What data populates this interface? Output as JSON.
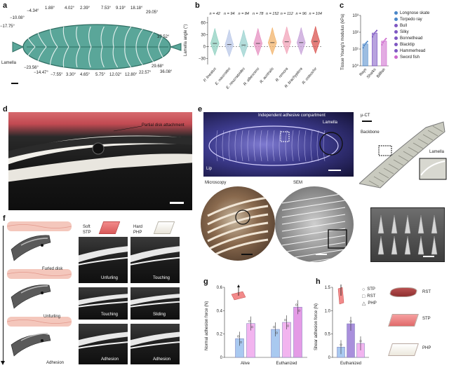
{
  "panels": {
    "a": {
      "letter": "a",
      "upper_angles": [
        "−4.34°",
        "1.88°",
        "4.02°",
        "2.39°",
        "7.53°",
        "9.19°",
        "18.18°",
        "29.05°",
        "−10.08°",
        "−17.75°",
        "37.52°"
      ],
      "lower_angles": [
        "−23.56°",
        "−14.47°",
        "−7.55°",
        "3.30°",
        "4.65°",
        "5.75°",
        "12.02°",
        "12.80°",
        "22.57°",
        "29.68°",
        "36.08°"
      ],
      "lamella_label": "Lamella"
    },
    "b": {
      "letter": "b",
      "ylabel": "Lamella angle (°)",
      "ticks": [
        "60",
        "30",
        "0",
        "−30"
      ],
      "ns": [
        "n = 42",
        "n = 94",
        "n = 84",
        "n = 78",
        "n = 152",
        "n = 112",
        "n = 96",
        "n = 104"
      ],
      "species": [
        "P. lineatus",
        "E. naucrates",
        "E. neucratoides",
        "R. albescens",
        "R. australis",
        "R. remora",
        "R. brachyptera",
        "R. osteochir"
      ]
    },
    "c": {
      "letter": "c",
      "ylabel": "Tissue Young's modulus (kPa)",
      "ticks": [
        "10³",
        "10²",
        "10¹",
        "10⁰"
      ],
      "groups": [
        "Rays",
        "Sharks",
        "Billfish"
      ],
      "legend": [
        "Longnose skate",
        "Torpedo ray",
        "Bull",
        "Silky",
        "Bonnethead",
        "Blacktip",
        "Hammerhead",
        "Sword fish"
      ]
    },
    "d": {
      "letter": "d",
      "label": "Partial disk attachment"
    },
    "e": {
      "letter": "e",
      "compartment": "Independent adhesive compartment",
      "lamella": "Lamella",
      "lip": "Lip",
      "uct": "μ-CT",
      "backbone": "Backbone",
      "lamella2": "Lamella",
      "microscopy": "Microscopy",
      "sem": "SEM"
    },
    "f": {
      "letter": "f",
      "soft_title": "Soft",
      "soft_sub": "STP",
      "hard_title": "Hard",
      "hard_sub": "PHP",
      "stages": [
        "Furled disk",
        "Unfurling",
        "Adhesion"
      ],
      "soft_frames": [
        "Unfurling",
        "Touching",
        "Adhesion"
      ],
      "hard_frames": [
        "Touching",
        "Sliding",
        "Adhesion"
      ]
    },
    "g": {
      "letter": "g",
      "ylabel": "Normal adhesion force (N)",
      "ticks": [
        "0.6",
        "0.4",
        "0.2",
        "0"
      ],
      "groups": [
        "Alive",
        "Euthanized"
      ]
    },
    "h": {
      "letter": "h",
      "ylabel": "Shear adhesion force (N)",
      "ticks": [
        "1.5",
        "1.0",
        "0.5",
        "0"
      ],
      "group": "Euthanized",
      "legend": [
        "STP",
        "RST",
        "PHP"
      ],
      "materials": [
        "RST",
        "STP",
        "PHP"
      ]
    }
  },
  "chart_data": [
    {
      "type": "violin",
      "panel": "b",
      "ylabel": "Lamella angle (°)",
      "ylim": [
        -45,
        75
      ],
      "categories": [
        "P. lineatus",
        "E. naucrates",
        "E. neucratoides",
        "R. albescens",
        "R. australis",
        "R. remora",
        "R. brachyptera",
        "R. osteochir"
      ],
      "n": [
        42,
        94,
        84,
        78,
        152,
        112,
        96,
        104
      ],
      "medians": [
        8,
        5,
        4,
        8,
        10,
        12,
        10,
        13
      ],
      "colors": [
        "#8fd0c0",
        "#b9c8e8",
        "#9ad2cf",
        "#e58fc0",
        "#f2b36b",
        "#f2a3b8",
        "#c6a0d8",
        "#d9534f"
      ]
    },
    {
      "type": "bar",
      "panel": "c",
      "scale": "log",
      "ylabel": "Tissue Young's modulus (kPa)",
      "ylim": [
        1,
        1000
      ],
      "categories": [
        "Rays",
        "Sharks",
        "Billfish"
      ],
      "values": [
        20,
        90,
        30
      ],
      "colors": [
        "#4a86c8",
        "#7e57c2",
        "#cc66cc"
      ]
    },
    {
      "type": "bar",
      "panel": "g",
      "ylabel": "Normal adhesion force (N)",
      "ylim": [
        0,
        0.6
      ],
      "categories": [
        "Alive",
        "Euthanized"
      ],
      "series": [
        {
          "values": [
            0.16,
            0.24
          ]
        },
        {
          "values": [
            0.29,
            0.3
          ]
        },
        {
          "values": [
            null,
            0.43
          ]
        }
      ],
      "colors": [
        "#a9c9f0",
        "#f2b4ef",
        "#e49be6"
      ]
    },
    {
      "type": "bar",
      "panel": "h",
      "ylabel": "Shear adhesion force (N)",
      "ylim": [
        0,
        1.5
      ],
      "categories": [
        "Euthanized"
      ],
      "series": [
        {
          "name": "STP",
          "values": [
            0.22
          ]
        },
        {
          "name": "RST",
          "values": [
            0.72
          ]
        },
        {
          "name": "PHP",
          "values": [
            0.3
          ]
        }
      ],
      "colors": [
        "#a9c9f0",
        "#a98fdc",
        "#f2b4ef"
      ]
    }
  ]
}
